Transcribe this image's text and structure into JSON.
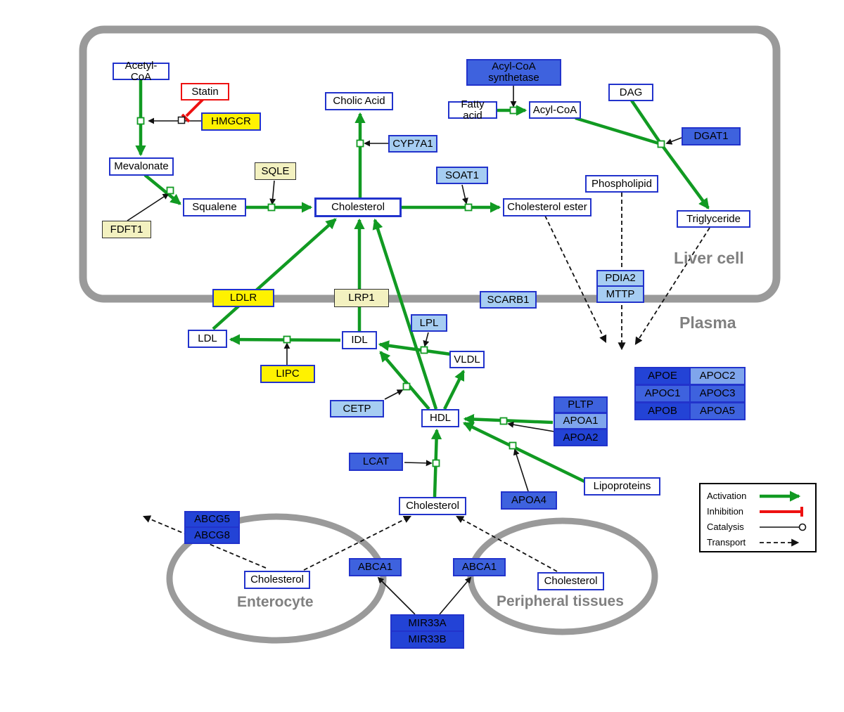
{
  "regions": {
    "liver_cell": "Liver cell",
    "plasma": "Plasma",
    "enterocyte": "Enterocyte",
    "peripheral_tissues": "Peripheral tissues"
  },
  "nodes": {
    "acetyl_coa": "Acetyl-CoA",
    "statin": "Statin",
    "hmgcr": "HMGCR",
    "mevalonate": "Mevalonate",
    "fdft1": "FDFT1",
    "squalene": "Squalene",
    "sqle": "SQLE",
    "cholic_acid": "Cholic Acid",
    "cyp7a1": "CYP7A1",
    "cholesterol_liver": "Cholesterol",
    "soat1": "SOAT1",
    "cholesterol_ester": "Cholesterol ester",
    "acyl_coa_synthetase": "Acyl-CoA synthetase",
    "fatty_acid": "Fatty acid",
    "acyl_coa": "Acyl-CoA",
    "dag": "DAG",
    "dgat1": "DGAT1",
    "phospholipid": "Phospholipid",
    "triglyceride": "Triglyceride",
    "pdia2": "PDIA2",
    "mttp": "MTTP",
    "ldlr": "LDLR",
    "lrp1": "LRP1",
    "scarb1": "SCARB1",
    "ldl": "LDL",
    "idl": "IDL",
    "lpl": "LPL",
    "vldl": "VLDL",
    "lipc": "LIPC",
    "cetp": "CETP",
    "hdl": "HDL",
    "pltp": "PLTP",
    "apoa1": "APOA1",
    "apoa2": "APOA2",
    "apoe": "APOE",
    "apoc2": "APOC2",
    "apoc1": "APOC1",
    "apoc3": "APOC3",
    "apob": "APOB",
    "apoa5": "APOA5",
    "lcat": "LCAT",
    "apoa4": "APOA4",
    "lipoproteins": "Lipoproteins",
    "cholesterol_plasma": "Cholesterol",
    "abcg5": "ABCG5",
    "abcg8": "ABCG8",
    "cholesterol_enterocyte": "Cholesterol",
    "abca1_enterocyte": "ABCA1",
    "abca1_peripheral": "ABCA1",
    "cholesterol_peripheral": "Cholesterol",
    "mir33a": "MIR33A",
    "mir33b": "MIR33B"
  },
  "legend": {
    "activation": "Activation",
    "inhibition": "Inhibition",
    "catalysis": "Catalysis",
    "transport": "Transport"
  },
  "colors": {
    "green": "#119a22",
    "red": "#ee1111",
    "membrane": "#9a9a9a",
    "label_gray": "#808080",
    "blue_border": "#2233cc",
    "yellow": "#fff200",
    "pale_yellow": "#f3f1c0",
    "light_blue": "#a6cdf2",
    "medium_blue": "#3e62de",
    "dark_blue": "#2343d6",
    "soft_blue": "#7fa5ec"
  }
}
